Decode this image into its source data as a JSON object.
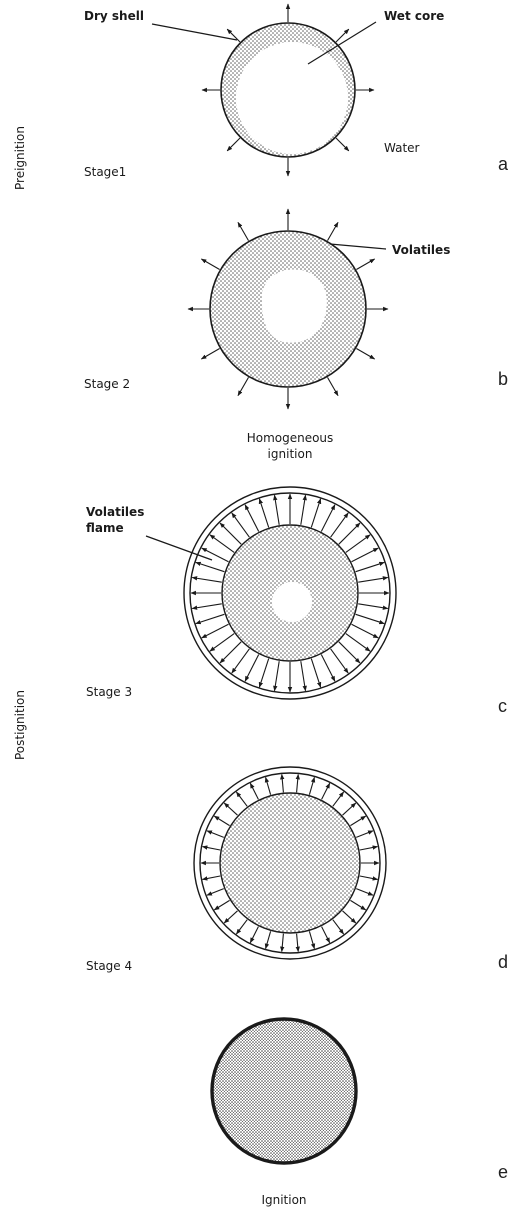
{
  "phases": {
    "preignition": "Preignition",
    "postignition": "Postignition"
  },
  "stages": [
    {
      "id": "stage1",
      "label": "Stage1",
      "letter": "a"
    },
    {
      "id": "stage2",
      "label": "Stage 2",
      "letter": "b"
    },
    {
      "id": "stage3",
      "label": "Stage 3",
      "letter": "c"
    },
    {
      "id": "stage4",
      "label": "Stage 4",
      "letter": "d"
    },
    {
      "id": "stage5",
      "label": "",
      "letter": "e"
    }
  ],
  "annotations": {
    "dry_shell": "Dry shell",
    "wet_core": "Wet core",
    "water": "Water",
    "volatiles": "Volatiles",
    "homogeneous_ignition_line1": "Homogeneous",
    "homogeneous_ignition_line2": "ignition",
    "volatiles_flame_line1": "Volatiles",
    "volatiles_flame_line2": "flame",
    "ignition": "Ignition"
  },
  "colors": {
    "ink": "#1a1a1a",
    "stipple": "#8a8a8a",
    "background": "#ffffff"
  }
}
